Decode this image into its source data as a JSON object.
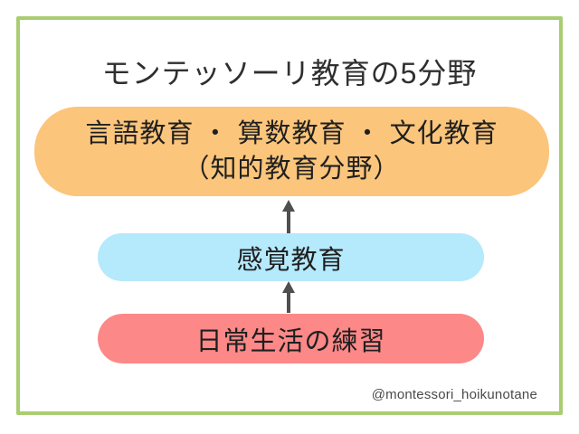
{
  "page": {
    "background_color": "#ffffff",
    "frame_border_color": "#a9cd71"
  },
  "diagram": {
    "title": "モンテッソーリ教育の5分野",
    "levels": [
      {
        "name": "intellectual-education",
        "lines": [
          "言語教育 ・ 算数教育 ・ 文化教育",
          "（知的教育分野）"
        ],
        "fill_color": "#fbc57b"
      },
      {
        "name": "sensorial-education",
        "lines": [
          "感覚教育"
        ],
        "fill_color": "#b5e9fc"
      },
      {
        "name": "practical-life-exercises",
        "lines": [
          "日常生活の練習"
        ],
        "fill_color": "#fc8888"
      }
    ],
    "icons": {
      "up_arrow_glyph": "↑",
      "arrow_color": "#4f4f4f"
    },
    "credit": "@montessori_hoikunotane"
  }
}
